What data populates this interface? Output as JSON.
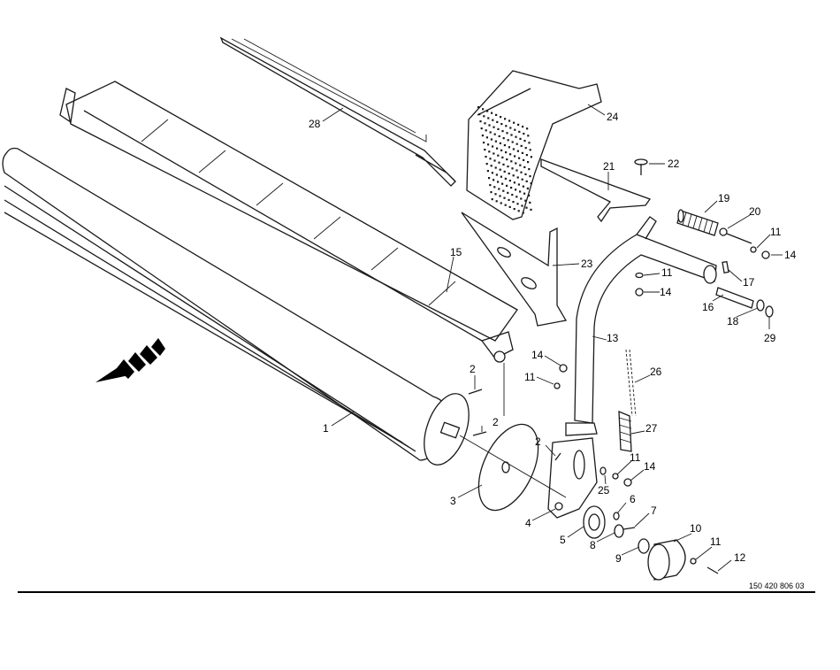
{
  "document_number": "150 420 806 03",
  "callouts": [
    "1",
    "2",
    "2",
    "2",
    "3",
    "4",
    "5",
    "6",
    "7",
    "8",
    "9",
    "10",
    "11",
    "12",
    "11",
    "14",
    "25",
    "26",
    "27",
    "13",
    "14",
    "11",
    "11",
    "14",
    "16",
    "17",
    "18",
    "29",
    "19",
    "20",
    "11",
    "14",
    "21",
    "22",
    "23",
    "24",
    "15",
    "28"
  ]
}
